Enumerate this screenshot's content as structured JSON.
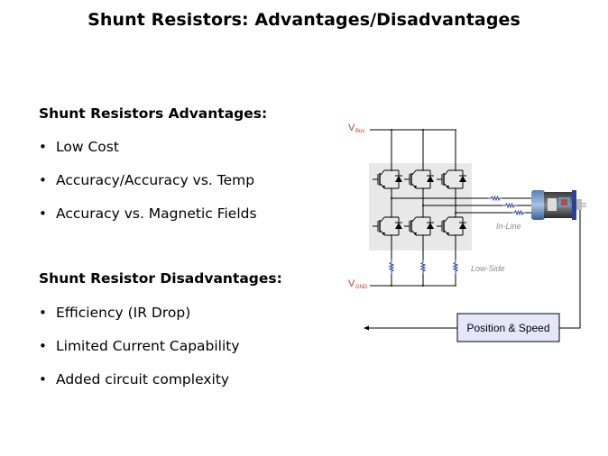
{
  "title": "Shunt Resistors: Advantages/Disadvantages",
  "advantages": {
    "heading": "Shunt Resistors Advantages:",
    "items": [
      "Low Cost",
      "Accuracy/Accuracy vs. Temp",
      "Accuracy vs. Magnetic Fields"
    ]
  },
  "disadvantages": {
    "heading": "Shunt Resistor Disadvantages:",
    "items": [
      "Efficiency (IR Drop)",
      "Limited Current Capability",
      "Added circuit complexity"
    ]
  },
  "bullet_glyph": "•",
  "diagram": {
    "vbus_label": "V",
    "vbus_sub": "Bus",
    "vgnd_label": "V",
    "vgnd_sub": "GND",
    "inline_label": "In-Line",
    "lowside_label": "Low-Side",
    "feedback_box_label": "Position & Speed",
    "colors": {
      "rail_label": "#c0392b",
      "resistor": "#2c3e9e",
      "inverter_bg": "#e8e8e8",
      "feedback_box_fill": "#e6e6fa",
      "note_text": "#8a8a8a"
    }
  }
}
